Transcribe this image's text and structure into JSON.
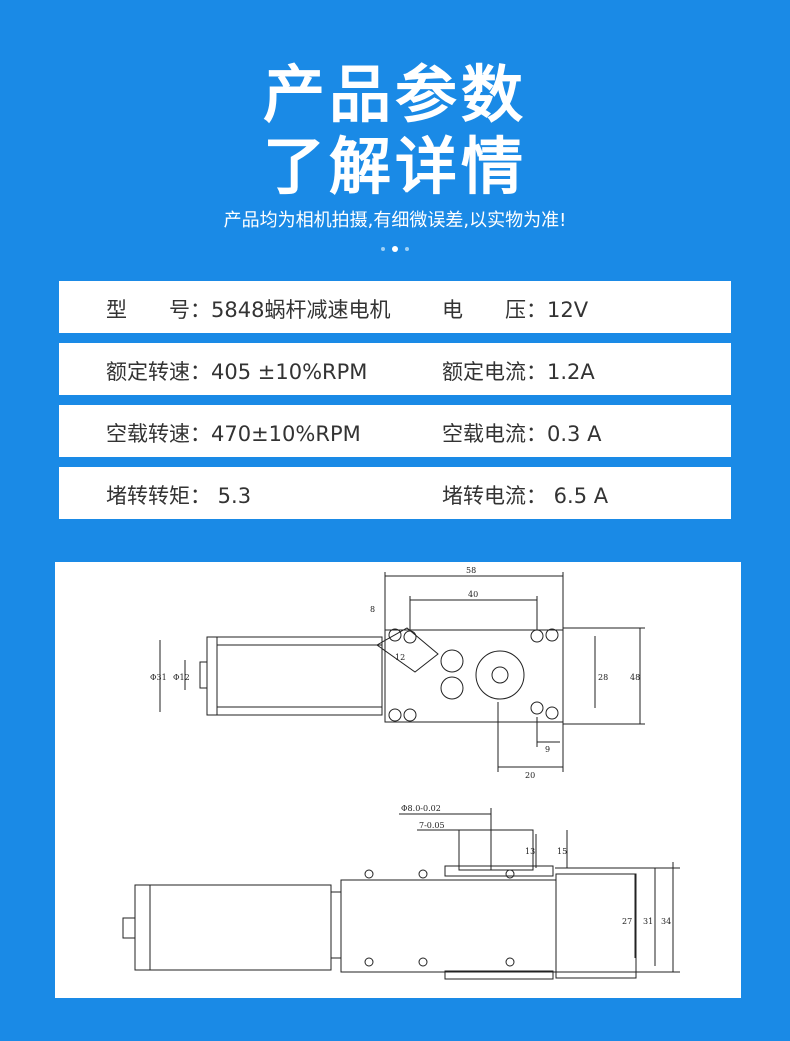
{
  "header": {
    "title_line1": "产品参数",
    "title_line2": "了解详情",
    "subtitle": "产品均为相机拍摄,有细微误差,以实物为准!"
  },
  "specs": [
    {
      "left": "型　　号：5848蜗杆减速电机",
      "right": "电　　压：12V"
    },
    {
      "left": "额定转速：405 ±10%RPM",
      "right": "额定电流：1.2A"
    },
    {
      "left": "空载转速：470±10%RPM",
      "right": "空载电流：0.3 A"
    },
    {
      "left": "堵转转矩： 5.3",
      "right": "堵转电流： 6.5 A"
    }
  ],
  "drawing": {
    "dims_top": [
      "58",
      "40",
      "8",
      "12",
      "Φ31",
      "Φ12",
      "28",
      "48",
      "9",
      "20"
    ],
    "dims_bottom": [
      "Φ8.0-0.02",
      "7-0.05",
      "13",
      "15",
      "27",
      "31",
      "34"
    ]
  },
  "colors": {
    "background": "#1a8ae6",
    "panel": "#ffffff",
    "text": "#333333"
  }
}
